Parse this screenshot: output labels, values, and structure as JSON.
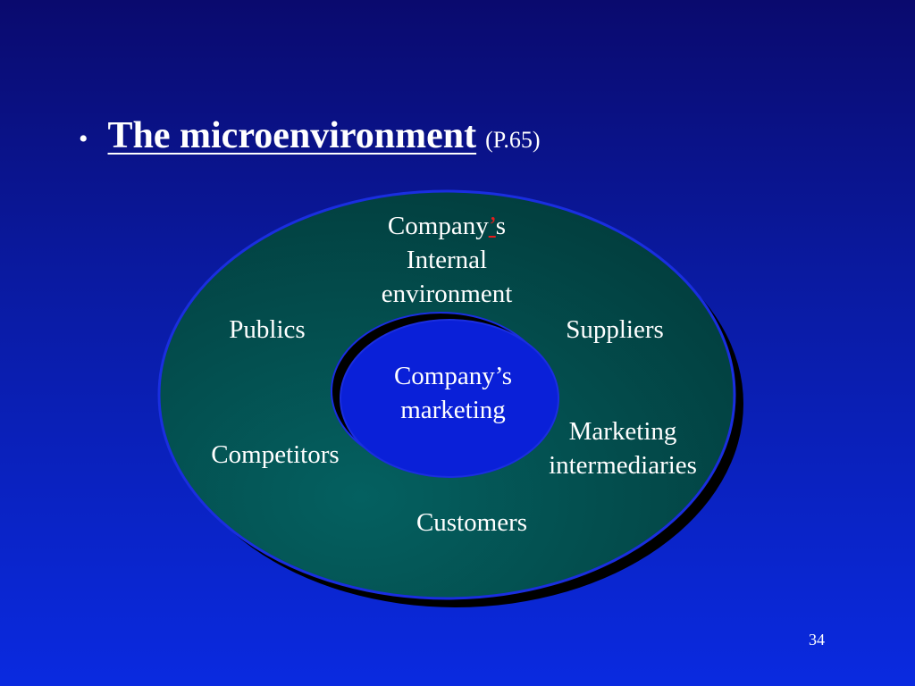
{
  "slide": {
    "bullet": "•",
    "title": "The microenvironment",
    "title_ref": "(P.65)",
    "page_number": "34"
  },
  "diagram": {
    "outer_ring_color": "#005a5a",
    "inner_circle_color": "#0a20d8",
    "outline_color": "#1a2ee0",
    "shadow_color": "#000000",
    "internal_env": {
      "line1_pre": "Company",
      "line1_accent": "’",
      "line1_post": "s",
      "line2": "Internal",
      "line3": "environment"
    },
    "center": {
      "line1": "Company’s",
      "line2": "marketing"
    },
    "publics": "Publics",
    "suppliers": "Suppliers",
    "competitors": "Competitors",
    "intermediaries": {
      "line1": "Marketing",
      "line2": "intermediaries"
    },
    "customers": "Customers"
  }
}
